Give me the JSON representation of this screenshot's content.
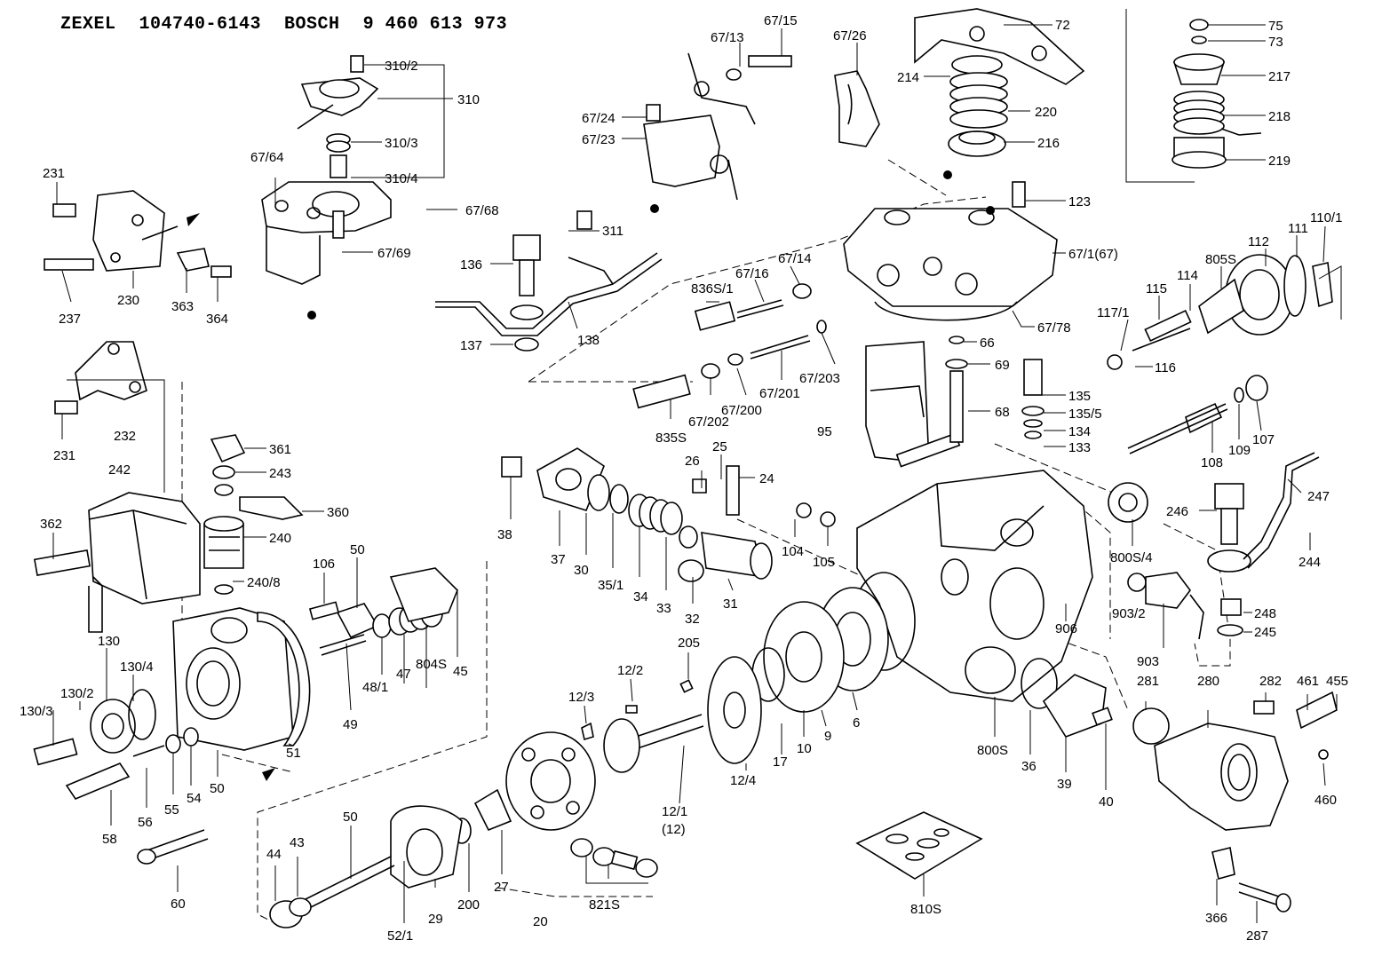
{
  "header": {
    "maker1": "ZEXEL",
    "part1": "104740-6143",
    "maker2": "BOSCH",
    "part2": "9 460 613 973"
  },
  "labels": {
    "l310_2": "310/2",
    "l310": "310",
    "l310_3": "310/3",
    "l310_4": "310/4",
    "l67_64": "67/64",
    "l67_68": "67/68",
    "l67_69": "67/69",
    "l231a": "231",
    "l237": "237",
    "l230": "230",
    "l363": "363",
    "l364": "364",
    "l67_13": "67/13",
    "l67_15": "67/15",
    "l67_24": "67/24",
    "l67_23": "67/23",
    "l67_26": "67/26",
    "l72": "72",
    "l214": "214",
    "l220": "220",
    "l216": "216",
    "l123": "123",
    "l67_1": "67/1(67)",
    "l67_78": "67/78",
    "l75": "75",
    "l73": "73",
    "l217": "217",
    "l218": "218",
    "l219": "219",
    "l311": "311",
    "l136": "136",
    "l137": "137",
    "l138": "138",
    "l836s1": "836S/1",
    "l67_16": "67/16",
    "l67_14": "67/14",
    "l835s": "835S",
    "l67_202": "67/202",
    "l67_200": "67/200",
    "l67_201": "67/201",
    "l67_203": "67/203",
    "l66": "66",
    "l69": "69",
    "l135": "135",
    "l135_5": "135/5",
    "l134": "134",
    "l133": "133",
    "l68": "68",
    "l95": "95",
    "l110_1": "110/1",
    "l111": "111",
    "l112": "112",
    "l805s": "805S",
    "l114": "114",
    "l115": "115",
    "l117_1": "117/1",
    "l116": "116",
    "l109": "109",
    "l107": "107",
    "l108": "108",
    "l231b": "231",
    "l232": "232",
    "l242": "242",
    "l362": "362",
    "l361": "361",
    "l243": "243",
    "l360": "360",
    "l240": "240",
    "l240_8": "240/8",
    "l38": "38",
    "l37": "37",
    "l30": "30",
    "l35_1": "35/1",
    "l34": "34",
    "l33": "33",
    "l26": "26",
    "l25": "25",
    "l24": "24",
    "l32": "32",
    "l31": "31",
    "l104": "104",
    "l105": "105",
    "l800s4": "800S/4",
    "l246": "246",
    "l247": "247",
    "l244": "244",
    "l903_2": "903/2",
    "l903": "903",
    "l248": "248",
    "l245": "245",
    "l906": "906",
    "l106": "106",
    "l50a": "50",
    "l130": "130",
    "l130_4": "130/4",
    "l130_2": "130/2",
    "l130_3": "130/3",
    "l49": "49",
    "l48_1": "48/1",
    "l47": "47",
    "l804s": "804S",
    "l45": "45",
    "l51": "51",
    "l58": "58",
    "l56": "56",
    "l55": "55",
    "l54": "54",
    "l50b": "50",
    "l60": "60",
    "l205": "205",
    "l12_2": "12/2",
    "l12_3": "12/3",
    "l12_4": "12/4",
    "l12_1": "12/1",
    "l12": "(12)",
    "l17": "17",
    "l10": "10",
    "l9": "9",
    "l6": "6",
    "l800s": "800S",
    "l36": "36",
    "l39": "39",
    "l40": "40",
    "l281": "281",
    "l280": "280",
    "l282": "282",
    "l461": "461",
    "l455": "455",
    "l460": "460",
    "l366": "366",
    "l287": "287",
    "l44": "44",
    "l43": "43",
    "l50c": "50",
    "l52_1": "52/1",
    "l29": "29",
    "l200": "200",
    "l27": "27",
    "l821s": "821S",
    "l20": "20",
    "l810s": "810S"
  }
}
